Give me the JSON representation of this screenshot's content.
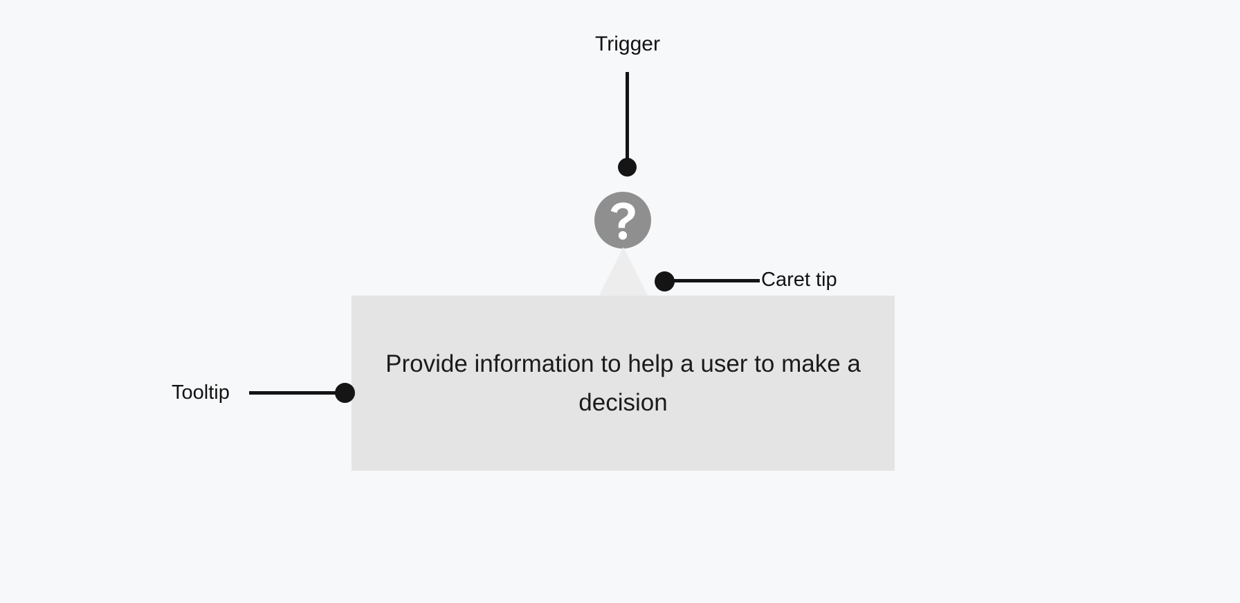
{
  "diagram": {
    "type": "annotated-ui-anatomy",
    "subject": "tooltip",
    "background_color": "#f7f8fa"
  },
  "callouts": {
    "trigger": {
      "label": "Trigger",
      "leader_orientation": "vertical",
      "dot_color": "#151515"
    },
    "caret_tip": {
      "label": "Caret tip",
      "leader_orientation": "horizontal",
      "dot_color": "#151515"
    },
    "tooltip": {
      "label": "Tooltip",
      "leader_orientation": "horizontal",
      "dot_color": "#151515"
    }
  },
  "trigger_element": {
    "icon": "question-mark-circle-icon",
    "glyph": "?",
    "circle_color": "#8f8f8f",
    "glyph_color": "#ffffff"
  },
  "tooltip_element": {
    "message": "Provide information to help a user to make a decision",
    "background_color": "#e4e4e4",
    "text_color": "#1b1b1b",
    "caret_color": "#ededed"
  }
}
